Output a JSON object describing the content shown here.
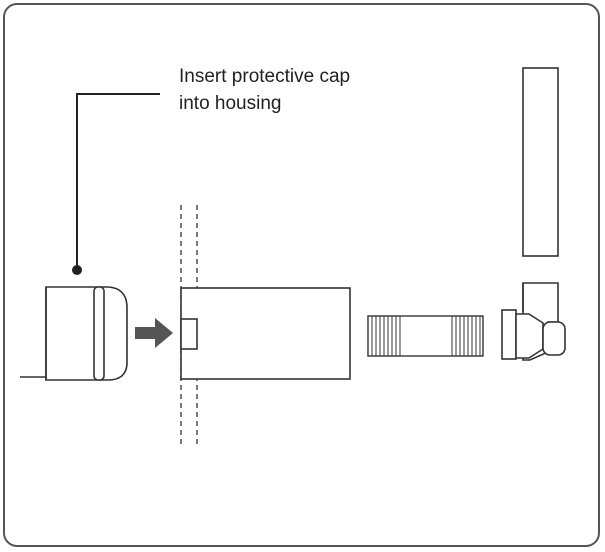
{
  "callout": {
    "line1": "Insert protective cap",
    "line2": "into housing"
  },
  "colors": {
    "frame": "#555555",
    "stroke": "#333333",
    "arrow": "#555555",
    "text": "#222222"
  },
  "icons": [
    "arrow-right-icon",
    "callout-dot"
  ]
}
